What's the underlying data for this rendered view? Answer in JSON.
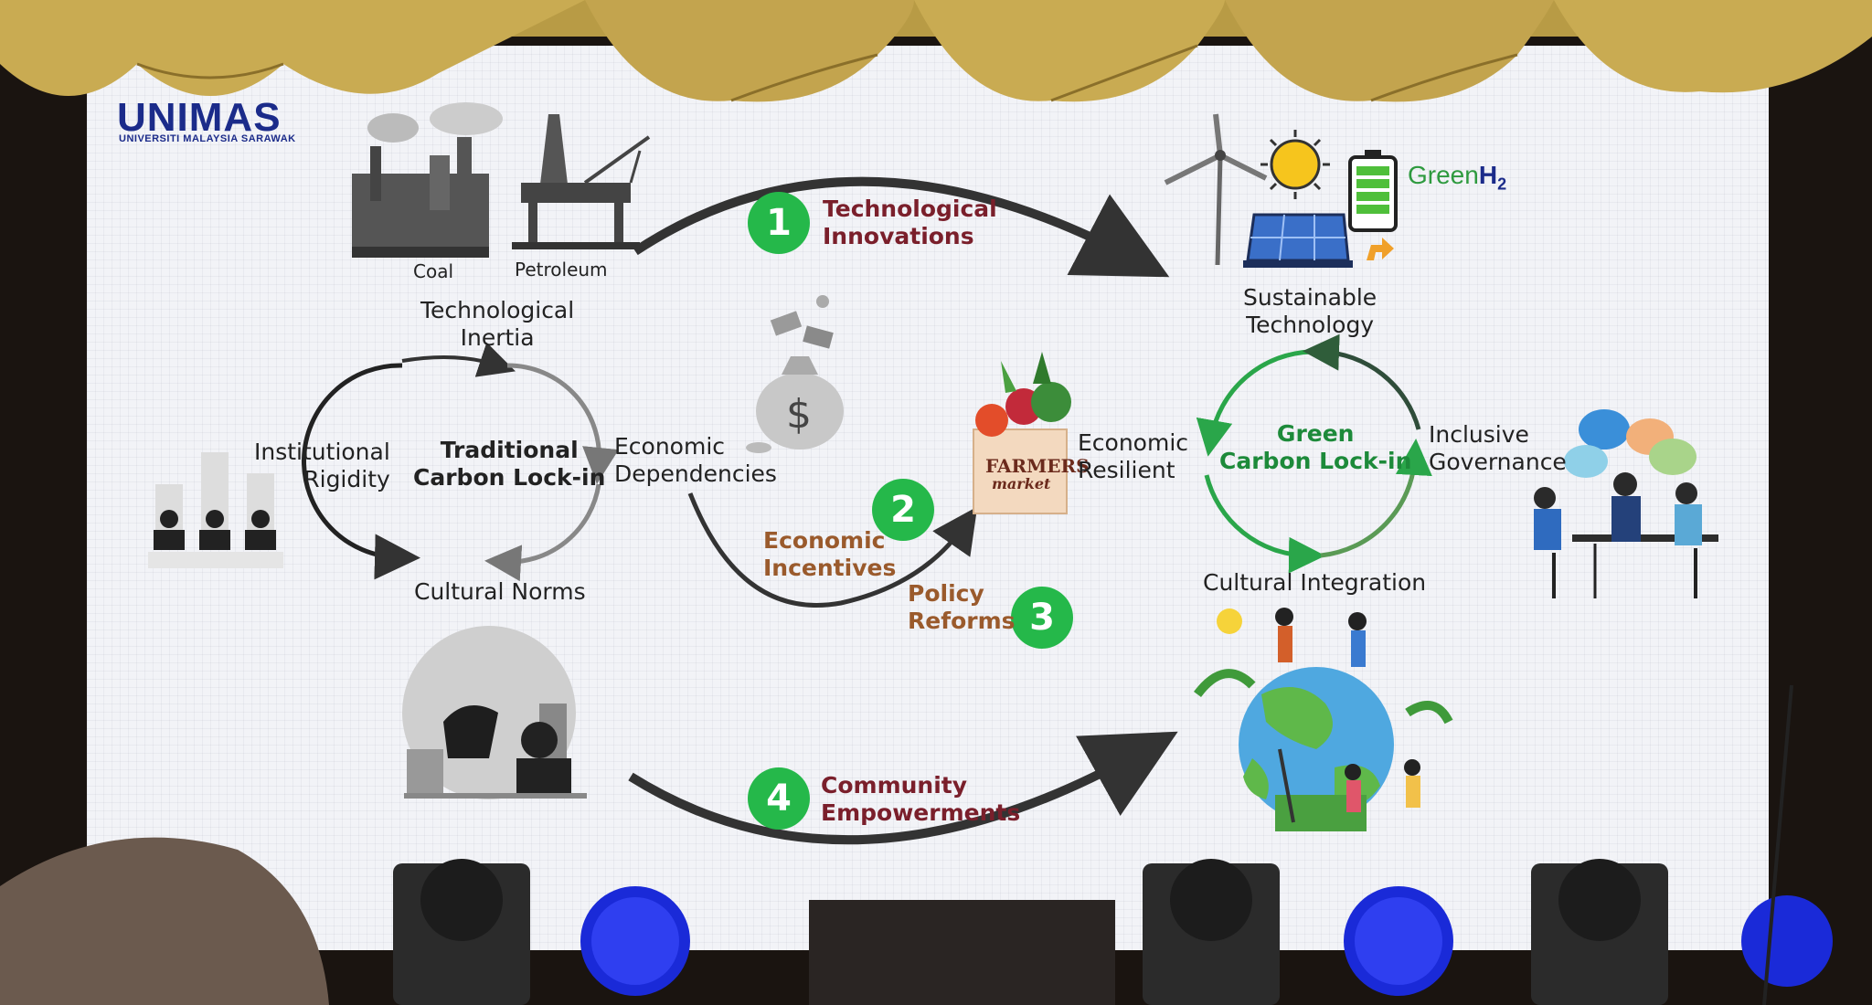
{
  "logo": {
    "name": "UNIMAS",
    "sub": "UNIVERSITI MALAYSIA SARAWAK"
  },
  "left_cycle": {
    "title_line1": "Traditional",
    "title_line2": "Carbon Lock-in",
    "top_line1": "Technological",
    "top_line2": "Inertia",
    "right_line1": "Economic",
    "right_line2": "Dependencies",
    "bottom": "Cultural Norms",
    "left_line1": "Institutional",
    "left_line2": "Rigidity"
  },
  "right_cycle": {
    "title_line1": "Green",
    "title_line2": "Carbon Lock-in",
    "top_line1": "Sustainable",
    "top_line2": "Technology",
    "right_line1": "Inclusive",
    "right_line2": "Governance",
    "bottom": "Cultural Integration",
    "left_line1": "Economic",
    "left_line2": "Resilient"
  },
  "icons": {
    "coal_label": "Coal",
    "petroleum_label": "Petroleum",
    "green_h2_prefix": "Green",
    "green_h2_formula": "H",
    "green_h2_sub": "2",
    "farmers_line1": "FARMERS",
    "farmers_line2": "market"
  },
  "steps": [
    {
      "number": "1",
      "line1": "Technological",
      "line2": "Innovations"
    },
    {
      "number": "2",
      "line1": "Economic",
      "line2": "Incentives"
    },
    {
      "number": "3",
      "line1": "Policy",
      "line2": "Reforms"
    },
    {
      "number": "4",
      "line1": "Community",
      "line2": "Empowerments"
    }
  ],
  "colors": {
    "badge_green": "#25b84a",
    "step_label_dark_red": "#7a1f2b",
    "step_label_brown": "#9a5a2c",
    "green_title": "#1d8a3a",
    "logo_blue": "#1b2b8a"
  }
}
